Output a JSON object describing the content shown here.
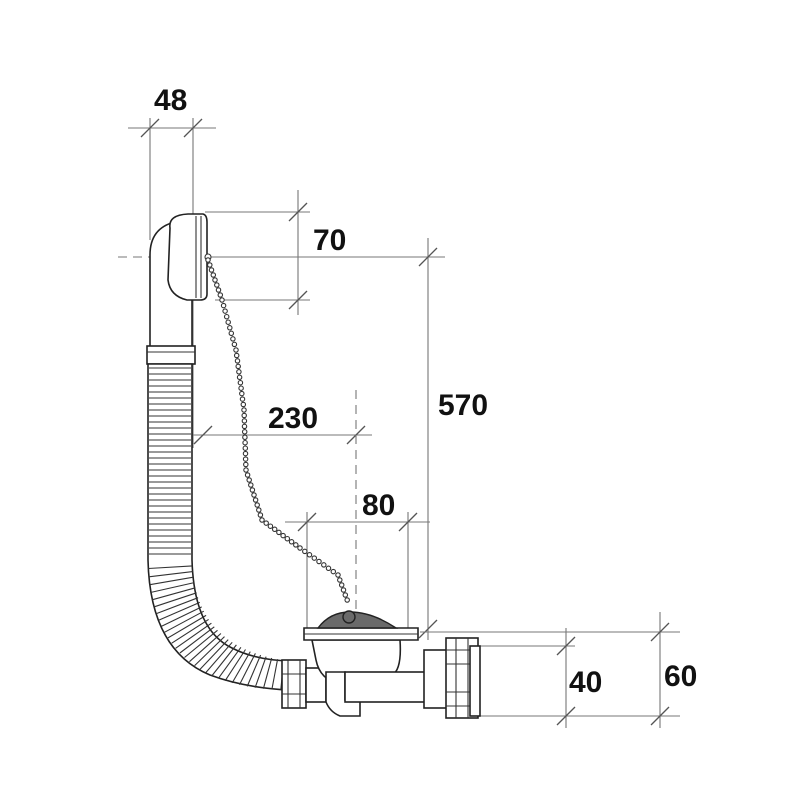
{
  "dimensions": {
    "overflow_head_width": "48",
    "overflow_head_height": "70",
    "total_height": "570",
    "horizontal_offset": "230",
    "waste_diameter": "80",
    "outlet_height_inner": "40",
    "outlet_height_outer": "60"
  },
  "colors": {
    "line": "#222222",
    "dimension": "#777777",
    "text": "#111111",
    "plug": "#6a6a6a"
  }
}
